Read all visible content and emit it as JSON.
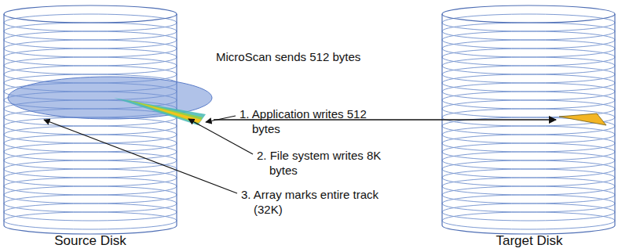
{
  "diagram": {
    "nodes": [
      {
        "text": [
          "Source Disk"
        ]
      },
      {
        "text": [
          "Target Disk"
        ]
      }
    ],
    "edges": [
      {
        "from": 0,
        "to": 1,
        "arrow": "to",
        "label": "MicroScan sends 512 bytes"
      }
    ],
    "labels": [
      "1. Application writes 512 bytes",
      "2. File system writes 8K bytes",
      "3. Array marks entire track (32K)"
    ]
  }
}
